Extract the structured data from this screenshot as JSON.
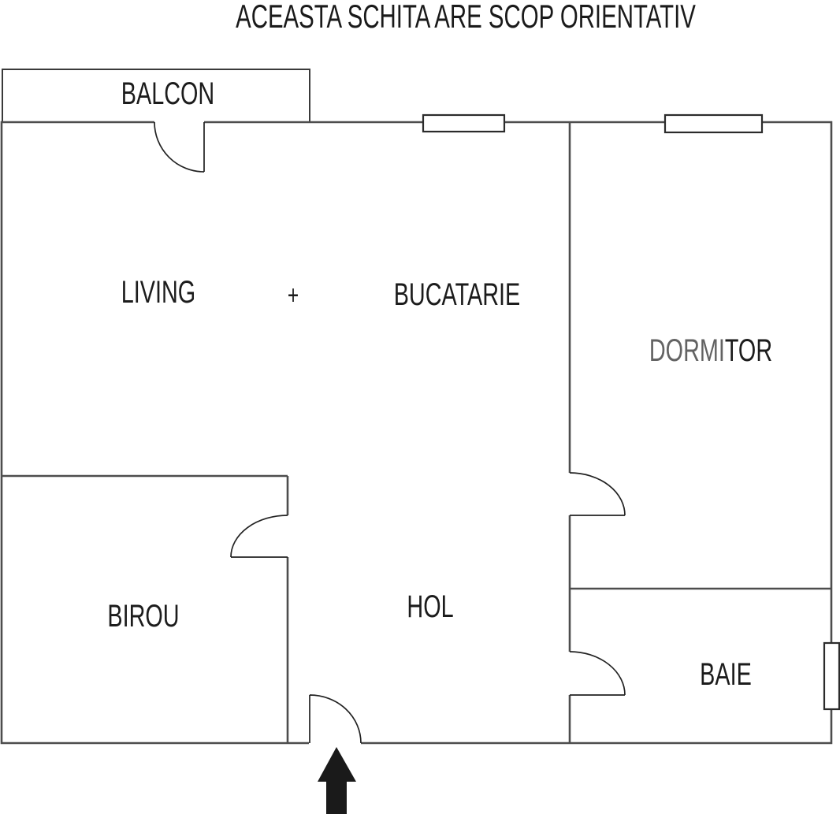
{
  "title": "ACEASTA SCHITA ARE SCOP ORIENTATIV",
  "rooms": {
    "balcon": {
      "label": "BALCON"
    },
    "living": {
      "label": "LIVING"
    },
    "separator": {
      "label": "+"
    },
    "bucatarie": {
      "label": "BUCATARIE"
    },
    "dormitor": {
      "label": "DORMITOR",
      "label_part_faded": "DORMI",
      "label_part_dark": "TOR"
    },
    "birou": {
      "label": "BIROU"
    },
    "hol": {
      "label": "HOL"
    },
    "baie": {
      "label": "BAIE"
    }
  },
  "icons": {
    "entrance_arrow": "up-arrow"
  },
  "colors": {
    "background": "#ffffff",
    "wall": "#4d4d4d",
    "balcony_outline": "#3a3a3a",
    "door_line": "#222222",
    "window_border": "#2b2b2b",
    "text": "#1c1c1c",
    "text_faded": "#636363",
    "arrow": "#1a1a1a"
  }
}
